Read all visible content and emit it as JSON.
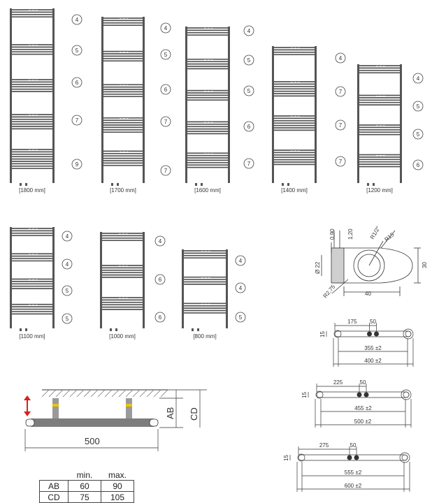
{
  "radiators": [
    {
      "size": "[1800 mm]",
      "badges": [
        "4",
        "5",
        "6",
        "7",
        "9"
      ]
    },
    {
      "size": "[1700 mm]",
      "badges": [
        "4",
        "5",
        "6",
        "7",
        "7"
      ]
    },
    {
      "size": "[1600 mm]",
      "badges": [
        "4",
        "5",
        "5",
        "6",
        "7"
      ]
    },
    {
      "size": "[1400 mm]",
      "badges": [
        "4",
        "7",
        "7",
        "7"
      ]
    },
    {
      "size": "[1200 mm]",
      "badges": [
        "4",
        "5",
        "5",
        "6"
      ]
    },
    {
      "size": "[1100 mm]",
      "badges": [
        "4",
        "4",
        "5",
        "5"
      ]
    },
    {
      "size": "[1000 mm]",
      "badges": [
        "4",
        "6",
        "6"
      ]
    },
    {
      "size": "[800 mm]",
      "badges": [
        "4",
        "4",
        "5"
      ]
    }
  ],
  "section_view": {
    "dims": [
      "0,90",
      "1,20",
      "R1/2\"",
      "R15",
      "Ø 22",
      "R2,75",
      "30",
      "40"
    ]
  },
  "top_views": [
    {
      "left": "175",
      "mid": "50",
      "inner": "355 ±2",
      "outer": "400 ±2",
      "side": "15"
    },
    {
      "left": "225",
      "mid": "50",
      "inner": "455 ±2",
      "outer": "500 ±2",
      "side": "15"
    },
    {
      "left": "275",
      "mid": "50",
      "inner": "555 ±2",
      "outer": "600 ±2",
      "side": "15"
    }
  ],
  "mount_view": {
    "width_label": "500",
    "ab_label": "AB",
    "cd_label": "CD"
  },
  "spec_table": {
    "headers": [
      "min.",
      "max."
    ],
    "rows": [
      {
        "name": "AB",
        "min": "60",
        "max": "90"
      },
      {
        "name": "CD",
        "min": "75",
        "max": "105"
      }
    ]
  }
}
